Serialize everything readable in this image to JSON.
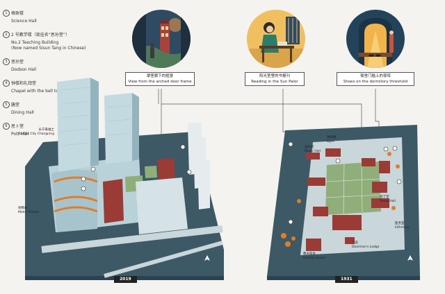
{
  "legend": [
    {
      "num": "1",
      "cn": "格致楼",
      "en": "Science Hall"
    },
    {
      "num": "2",
      "cn": "2 号教学楼（现挂名“思孙堂”）",
      "en": "No.2 Teaching Building",
      "en2": "(Now named Sisun Tang in Chinese)"
    },
    {
      "num": "3",
      "cn": "思孙堂",
      "en": "Dodson Hall"
    },
    {
      "num": "4",
      "cn": "钟楼和礼拜堂",
      "en": "Chapel with the bell tower"
    },
    {
      "num": "5",
      "cn": "膳堂",
      "en": "Dining Hall"
    },
    {
      "num": "6",
      "cn": "思卜堂",
      "en": "Pott Hall"
    }
  ],
  "vignettes": [
    {
      "cn": "罩室廊下的框景",
      "en": "View from the arched door frame",
      "icon": "arched-door-icon"
    },
    {
      "cn": "阳光室里的书报刊",
      "en": "Reading in the Sun Palor",
      "icon": "reader-icon"
    },
    {
      "cn": "宿舍门槛上的夜晖",
      "en": "Shoes on the dormitory threshold",
      "icon": "threshold-icon"
    }
  ],
  "left_model": {
    "year": "2019",
    "labels": [
      {
        "cn": "长宁来福士",
        "en": "Raffles City Changning"
      },
      {
        "cn": "地铁站",
        "en": "Metro Station"
      }
    ]
  },
  "right_model": {
    "year": "1931",
    "labels": [
      {
        "cn": "钟表楼",
        "en": "Gym"
      },
      {
        "cn": "思孙堂",
        "en": "Music Hall"
      },
      {
        "cn": "思丁堂",
        "en": "Tsang Hall"
      },
      {
        "cn": "医务室",
        "en": "Infirmary"
      },
      {
        "cn": "门房",
        "en": "Doorman's Lodge"
      },
      {
        "cn": "教员宿舍",
        "en": "Faculty House"
      }
    ]
  },
  "colors": {
    "ground": "#3d5966",
    "glass": "#b9d2da",
    "brick": "#9a3b36",
    "lawn": "#8fae7a",
    "accent": "#e07d2a"
  }
}
